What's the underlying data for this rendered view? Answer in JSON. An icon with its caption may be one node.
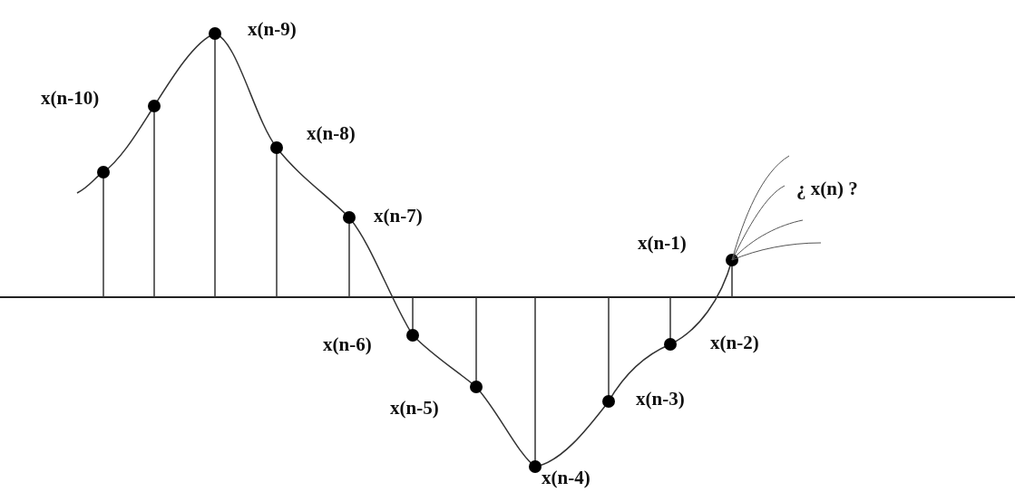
{
  "diagram": {
    "labels": [
      "x(n-9)",
      "x(n-10)",
      "x(n-8)",
      "¿ x(n) ?",
      "x(n-7)",
      "x(n-1)",
      "x(n-6)",
      "x(n-2)",
      "x(n-5)",
      "x(n-3)",
      "x(n-4)"
    ]
  }
}
